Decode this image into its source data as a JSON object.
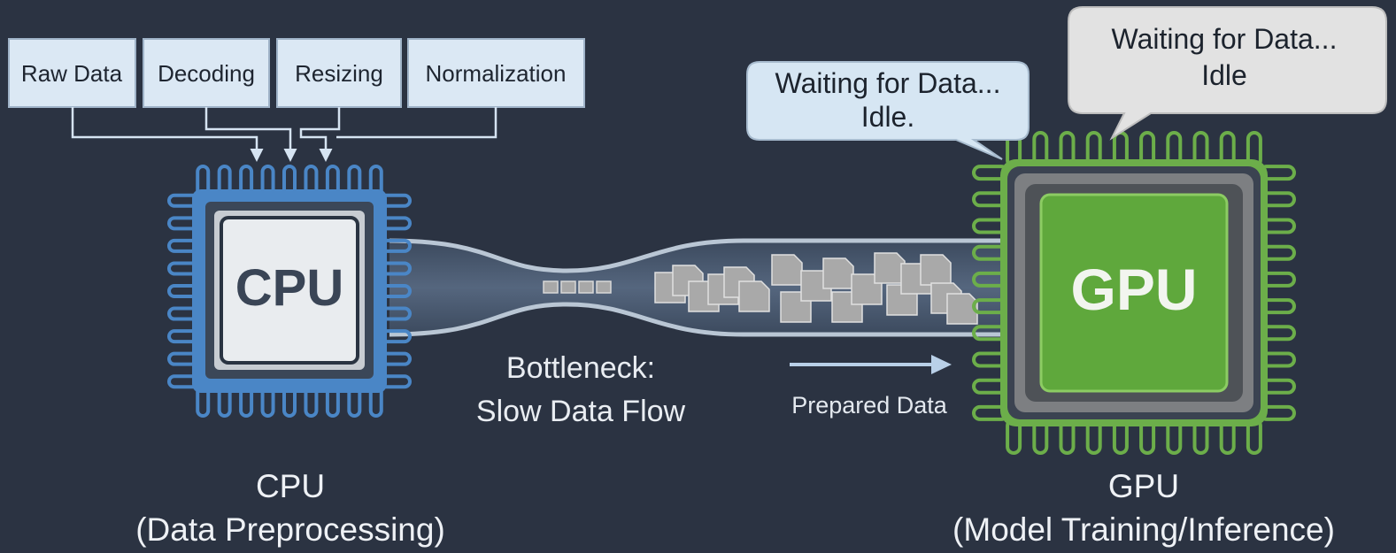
{
  "stages": [
    "Raw Data",
    "Decoding",
    "Resizing",
    "Normalization"
  ],
  "cpu": {
    "chip_label": "CPU",
    "caption_line1": "CPU",
    "caption_line2": "(Data Preprocessing)",
    "color": "#4a86c6"
  },
  "gpu": {
    "chip_label": "GPU",
    "caption_line1": "GPU",
    "caption_line2": "(Model Training/Inference)",
    "color": "#6cae4a"
  },
  "bubbles": {
    "left_line1": "Waiting for Data...",
    "left_line2": "Idle.",
    "right_line1": "Waiting for Data...",
    "right_line2": "Idle"
  },
  "bottleneck_line1": "Bottleneck:",
  "bottleneck_line2": "Slow Data Flow",
  "flow_label": "Prepared Data",
  "colors": {
    "background": "#2b3342",
    "stage_box": "#dbe8f4",
    "bubble_left": "#d6e6f3",
    "bubble_right": "#e2e2e2"
  }
}
